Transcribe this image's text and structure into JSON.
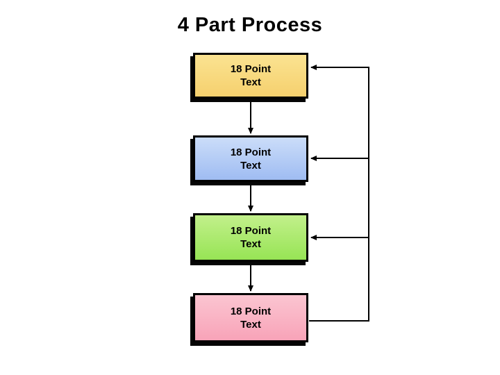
{
  "slide": {
    "title": "4 Part Process",
    "background": "#ffffff",
    "title_color": "#000000"
  },
  "diagram": {
    "steps": [
      {
        "id": "step-1",
        "lines": [
          "18 Point",
          "Text"
        ],
        "fill_top": "#FBE391",
        "fill_bottom": "#F5D06E"
      },
      {
        "id": "step-2",
        "lines": [
          "18 Point",
          "Text"
        ],
        "fill_top": "#CBDDF9",
        "fill_bottom": "#9FBCF2"
      },
      {
        "id": "step-3",
        "lines": [
          "18 Point",
          "Text"
        ],
        "fill_top": "#C2F08B",
        "fill_bottom": "#97E455"
      },
      {
        "id": "step-4",
        "lines": [
          "18 Point",
          "Text"
        ],
        "fill_top": "#FBC5D1",
        "fill_bottom": "#F8A3B8"
      }
    ],
    "text_color": "#000000",
    "border_color": "#000000",
    "shadow_color": "#050505",
    "connector_color": "#000000"
  }
}
